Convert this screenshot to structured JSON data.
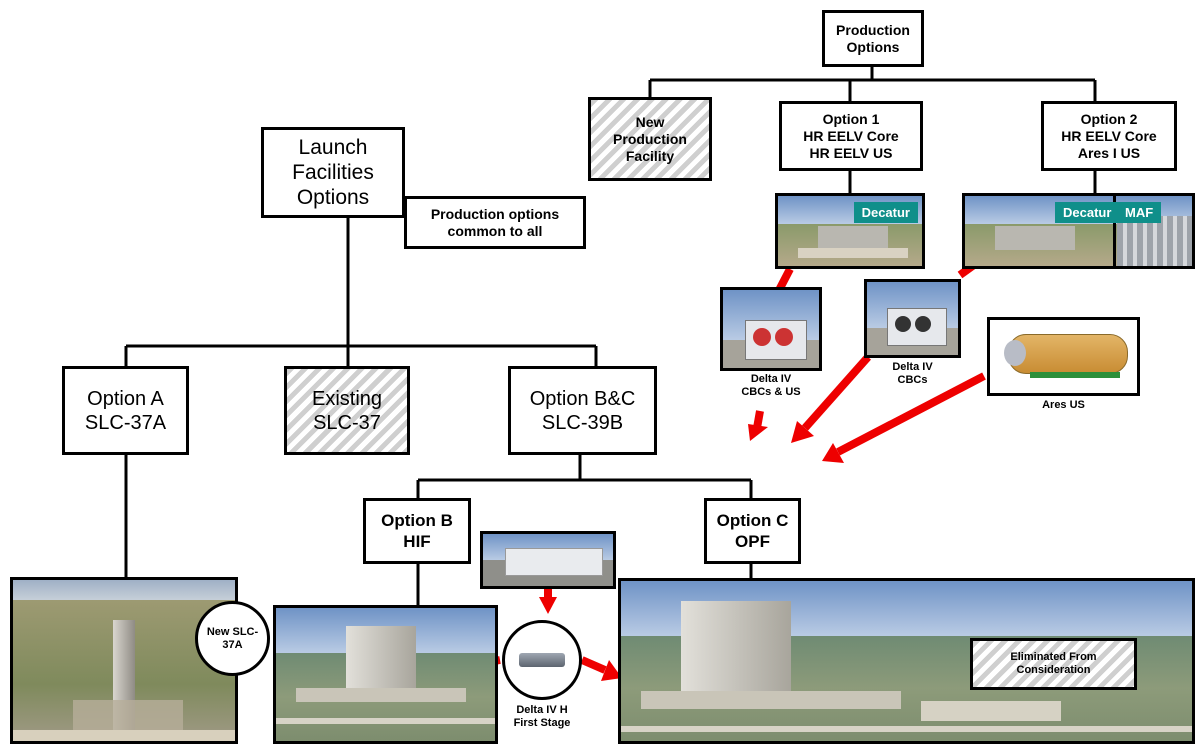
{
  "production": {
    "root": "Production\nOptions",
    "new_facility": "New\nProduction\nFacility",
    "option1": "Option  1\nHR EELV Core\nHR EELV US",
    "option2": "Option 2\nHR EELV Core\nAres I US",
    "decatur_label": "Decatur",
    "maf_label": "MAF",
    "delta_cbcs_us": "Delta IV\nCBCs & US",
    "delta_cbcs": "Delta IV\nCBCs",
    "ares_us": "Ares US"
  },
  "launch": {
    "root": "Launch\nFacilities\nOptions",
    "common_note": "Production options\ncommon to all",
    "optionA": "Option A\nSLC-37A",
    "existing": "Existing\nSLC-37",
    "optionBC": "Option B&C\nSLC-39B",
    "optionB": "Option B\nHIF",
    "optionC": "Option C\nOPF",
    "new_slc": "New\nSLC-37A",
    "delta_first_stage": "Delta IV H\nFirst Stage"
  },
  "legend": {
    "eliminated": "Eliminated From\nConsideration"
  },
  "colors": {
    "arrow": "#ee0000",
    "tag": "#0f8f8a",
    "hatch": "#cfcfcf"
  }
}
